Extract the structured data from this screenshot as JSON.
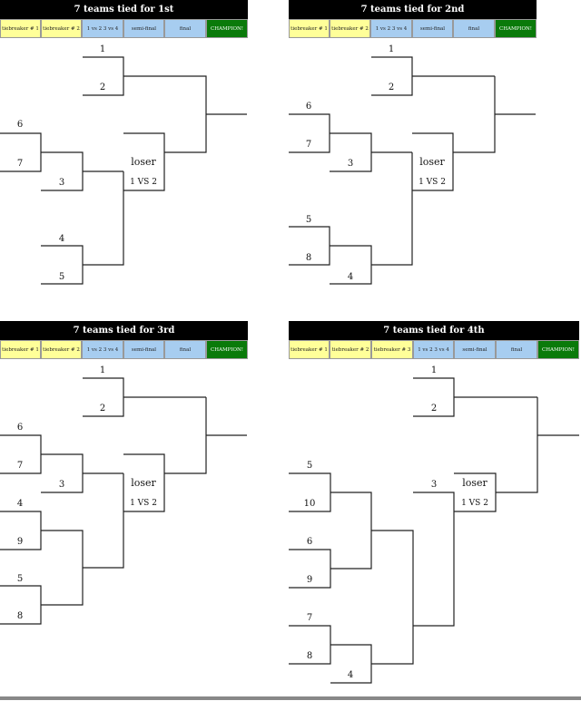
{
  "colors": {
    "yellow": "#ffff99",
    "blue": "#a7cdf0",
    "green": "#0a7a0a",
    "title_bg": "#000000"
  },
  "panels": [
    {
      "title": "7 teams tied for 1st",
      "headers": [
        {
          "text": "tiebreaker # 1",
          "color": "yellow"
        },
        {
          "text": "tiebreaker # 2",
          "color": "yellow"
        },
        {
          "text": "1 vs 2 3 vs 4",
          "color": "blue"
        },
        {
          "text": "semi-final",
          "color": "blue"
        },
        {
          "text": "final",
          "color": "blue"
        },
        {
          "text": "CHAMPION!",
          "color": "green"
        }
      ],
      "labels": [
        "1",
        "2",
        "6",
        "7",
        "3",
        "4",
        "5"
      ],
      "loser": "loser",
      "vs": "1 VS 2"
    },
    {
      "title": "7 teams tied for 2nd",
      "headers": [
        {
          "text": "tiebreaker # 1",
          "color": "yellow"
        },
        {
          "text": "tiebreaker # 2",
          "color": "yellow"
        },
        {
          "text": "1 vs 2 3 vs 4",
          "color": "blue"
        },
        {
          "text": "semi-final",
          "color": "blue"
        },
        {
          "text": "final",
          "color": "blue"
        },
        {
          "text": "CHAMPION!",
          "color": "green"
        }
      ],
      "labels": [
        "1",
        "2",
        "6",
        "7",
        "3",
        "5",
        "8",
        "4"
      ],
      "loser": "loser",
      "vs": "1 VS 2"
    },
    {
      "title": "7 teams tied for 3rd",
      "headers": [
        {
          "text": "tiebreaker # 1",
          "color": "yellow"
        },
        {
          "text": "tiebreaker # 2",
          "color": "yellow"
        },
        {
          "text": "1 vs 2 3 vs 4",
          "color": "blue"
        },
        {
          "text": "semi-final",
          "color": "blue"
        },
        {
          "text": "final",
          "color": "blue"
        },
        {
          "text": "CHAMPION!",
          "color": "green"
        }
      ],
      "labels": [
        "1",
        "2",
        "6",
        "7",
        "3",
        "4",
        "9",
        "5",
        "8"
      ],
      "loser": "loser",
      "vs": "1 VS 2"
    },
    {
      "title": "7 teams tied for 4th",
      "headers": [
        {
          "text": "tiebreaker # 1",
          "color": "yellow"
        },
        {
          "text": "tiebreaker # 2",
          "color": "yellow"
        },
        {
          "text": "tiebreaker # 3",
          "color": "yellow"
        },
        {
          "text": "1 vs 2 3 vs 4",
          "color": "blue"
        },
        {
          "text": "semi-final",
          "color": "blue"
        },
        {
          "text": "final",
          "color": "blue"
        },
        {
          "text": "CHAMPION!",
          "color": "green"
        }
      ],
      "labels": [
        "1",
        "2",
        "5",
        "10",
        "6",
        "9",
        "7",
        "8",
        "4",
        "3"
      ],
      "loser": "loser",
      "vs": "1 VS 2"
    }
  ]
}
